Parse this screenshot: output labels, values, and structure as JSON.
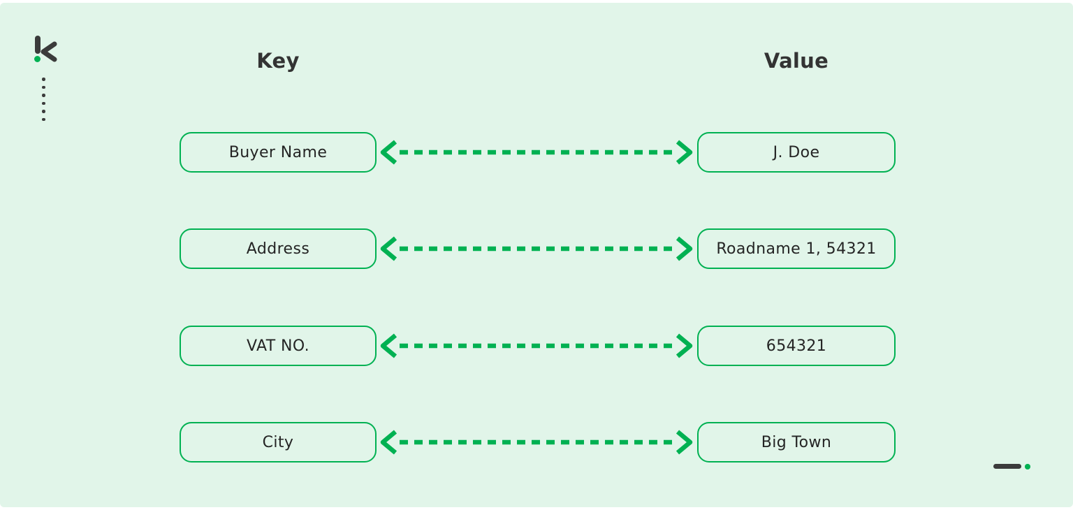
{
  "page": {
    "background": "#e1f5e9",
    "accent_green": "#00b152",
    "dark": "#3b3b3b"
  },
  "columns": {
    "key_header": "Key",
    "value_header": "Value"
  },
  "rows": [
    {
      "key": "Buyer Name",
      "value": "J. Doe"
    },
    {
      "key": "Address",
      "value": "Roadname 1, 54321"
    },
    {
      "key": "VAT NO.",
      "value": "654321"
    },
    {
      "key": "City",
      "value": "Big Town"
    }
  ]
}
